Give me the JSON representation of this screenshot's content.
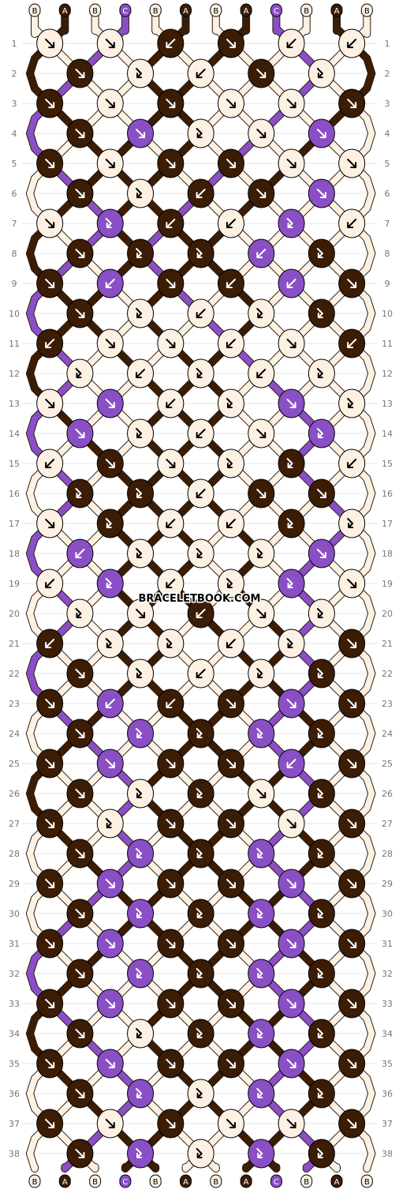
{
  "watermark": "BRACELETBOOK.COM",
  "colors": {
    "A": {
      "fill": "#3b1c05",
      "text": "#ffffff"
    },
    "B": {
      "fill": "#fdf1e3",
      "text": "#000000"
    },
    "C": {
      "fill": "#8a4fc4",
      "text": "#ffffff"
    }
  },
  "strands_top": [
    "B",
    "A",
    "B",
    "C",
    "B",
    "A",
    "B",
    "A",
    "C",
    "B",
    "A",
    "B"
  ],
  "strands_bottom": [
    "B",
    "A",
    "B",
    "C",
    "B",
    "A",
    "B",
    "A",
    "C",
    "B",
    "A",
    "B"
  ],
  "row_numbers": [
    "1",
    "2",
    "3",
    "4",
    "5",
    "6",
    "7",
    "8",
    "9",
    "10",
    "11",
    "12",
    "13",
    "14",
    "15",
    "16",
    "17",
    "18",
    "19",
    "20",
    "21",
    "22",
    "23",
    "24",
    "25",
    "26",
    "27",
    "28",
    "29",
    "30",
    "31",
    "32",
    "33",
    "34",
    "35",
    "36",
    "37",
    "38"
  ],
  "knots": [
    [
      "B:r",
      "B:r",
      "A:l",
      "A:r",
      "B:l",
      "B:l"
    ],
    [
      "A:r",
      "B:rb",
      "B:l",
      "A:r",
      "B:rb"
    ],
    [
      "A:r",
      "B:r",
      "A:r",
      "B:r",
      "B:r",
      "A:r"
    ],
    [
      "A:r",
      "C:r",
      "B:rb",
      "B:r",
      "C:r"
    ],
    [
      "A:r",
      "B:r",
      "A:r",
      "A:r",
      "B:r",
      "B:r"
    ],
    [
      "A:r",
      "B:rb",
      "A:l",
      "A:r",
      "C:r"
    ],
    [
      "B:r",
      "C:rb",
      "A:l",
      "B:l",
      "C:rb",
      "B:l"
    ],
    [
      "A:r",
      "A:rb",
      "A:rb",
      "C:l",
      "A:rb"
    ],
    [
      "A:r",
      "C:l",
      "A:r",
      "A:l",
      "C:l",
      "A:r"
    ],
    [
      "A:r",
      "B:rb",
      "B:l",
      "B:rb",
      "A:rb"
    ],
    [
      "A:l",
      "B:r",
      "B:r",
      "B:l",
      "B:r",
      "A:l"
    ],
    [
      "B:rb",
      "B:l",
      "B:rb",
      "B:l",
      "B:rb"
    ],
    [
      "B:r",
      "C:r",
      "B:l",
      "B:rb",
      "C:r",
      "B:rb"
    ],
    [
      "C:r",
      "B:rb",
      "B:l",
      "B:r",
      "C:rb"
    ],
    [
      "B:l",
      "A:r",
      "B:r",
      "B:rb",
      "A:rb",
      "B:l"
    ],
    [
      "A:rb",
      "A:rb",
      "B:l",
      "A:r",
      "A:r"
    ],
    [
      "B:r",
      "A:rb",
      "B:l",
      "B:l",
      "A:rb",
      "B:rb"
    ],
    [
      "C:l",
      "B:rb",
      "B:rb",
      "B:rb",
      "C:r"
    ],
    [
      "B:l",
      "C:rb",
      "B:l",
      "B:rb",
      "C:rb",
      "B:r"
    ],
    [
      "B:rb",
      "B:r",
      "A:l",
      "B:r",
      "B:rb"
    ],
    [
      "A:l",
      "B:rb",
      "B:rb",
      "B:l",
      "B:rb",
      "A:r"
    ],
    [
      "A:r",
      "B:rb",
      "B:l",
      "B:rb",
      "A:rb"
    ],
    [
      "A:r",
      "C:l",
      "A:l",
      "A:r",
      "C:r",
      "A:r"
    ],
    [
      "A:r",
      "C:rb",
      "A:rb",
      "C:rb",
      "A:rb"
    ],
    [
      "A:r",
      "C:r",
      "A:r",
      "A:r",
      "C:l",
      "A:r"
    ],
    [
      "A:r",
      "B:rb",
      "A:rb",
      "B:r",
      "A:rb"
    ],
    [
      "A:r",
      "B:rb",
      "A:r",
      "A:r",
      "B:r",
      "A:r"
    ],
    [
      "A:r",
      "C:rb",
      "A:rb",
      "C:rb",
      "A:rb"
    ],
    [
      "A:r",
      "C:r",
      "A:r",
      "A:r",
      "C:r",
      "A:r"
    ],
    [
      "A:r",
      "C:rb",
      "A:rb",
      "C:rb",
      "A:rb"
    ],
    [
      "A:r",
      "C:r",
      "A:r",
      "A:r",
      "C:r",
      "A:r"
    ],
    [
      "A:r",
      "C:rb",
      "A:rb",
      "C:rb",
      "A:rb"
    ],
    [
      "A:r",
      "C:r",
      "A:r",
      "A:r",
      "C:r",
      "A:r"
    ],
    [
      "A:r",
      "B:rb",
      "A:rb",
      "C:rb",
      "A:rb"
    ],
    [
      "A:r",
      "C:r",
      "A:r",
      "A:r",
      "C:r",
      "A:r"
    ],
    [
      "A:r",
      "C:rb",
      "B:rb",
      "C:rb",
      "A:rb"
    ],
    [
      "A:r",
      "B:r",
      "A:r",
      "B:r",
      "B:r",
      "A:r"
    ],
    [
      "A:r",
      "C:rb",
      "B:rb",
      "C:rb",
      "A:rb"
    ]
  ]
}
